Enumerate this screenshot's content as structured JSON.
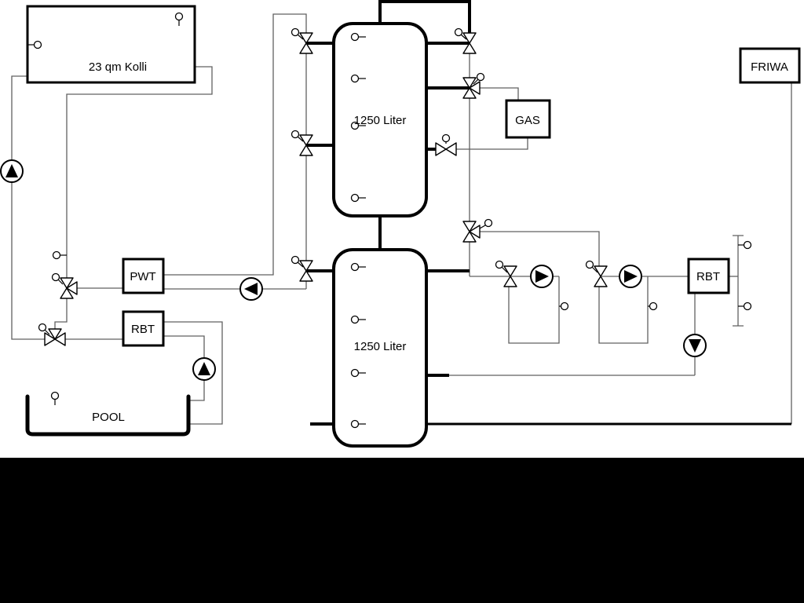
{
  "labels": {
    "collector": "23 qm Kolli",
    "tank_top": "1250 Liter",
    "tank_bottom": "1250 Liter",
    "pwt": "PWT",
    "rbt_pool": "RBT",
    "gas": "GAS",
    "friwa": "FRIWA",
    "rbt_right": "RBT",
    "pool": "POOL"
  },
  "colors": {
    "background": "#ffffff",
    "footer_band": "#000000",
    "component_stroke": "#000000",
    "pipe_thick": "#000000",
    "pipe_thin": "#606060"
  },
  "icons": {
    "pump": "circle-with-filled-triangle",
    "valve": "bowtie-with-actuator-circle",
    "sensor": "small-circle-with-stem"
  }
}
